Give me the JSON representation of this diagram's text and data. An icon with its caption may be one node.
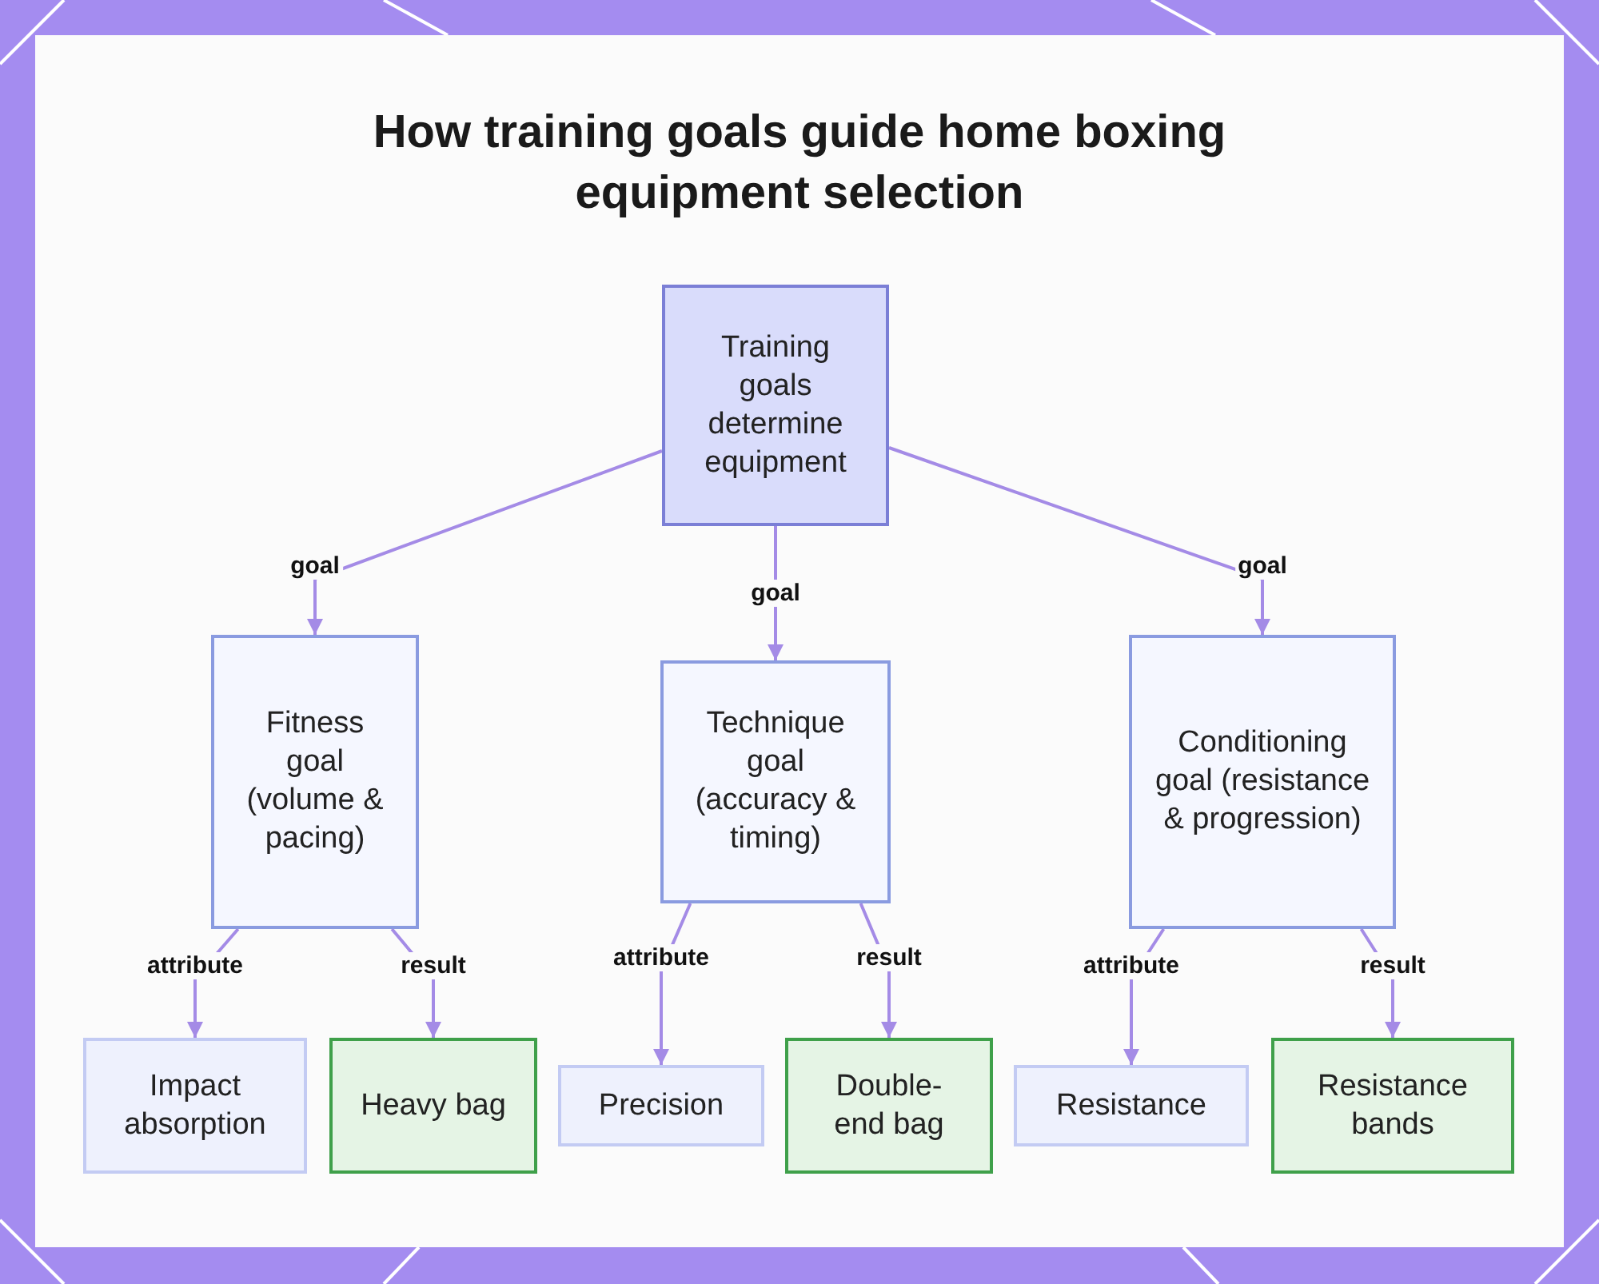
{
  "diagram": {
    "title": "How training goals guide home boxing equipment selection",
    "nodes": [
      {
        "text": [
          "Training goals determine equipment"
        ]
      },
      {
        "text": [
          "Fitness goal (volume & pacing)"
        ]
      },
      {
        "text": [
          "Technique goal (accuracy & timing)"
        ]
      },
      {
        "text": [
          "Conditioning goal (resistance & progression)"
        ]
      },
      {
        "text": [
          "Impact absorption"
        ]
      },
      {
        "text": [
          "Heavy bag"
        ]
      },
      {
        "text": [
          "Precision"
        ]
      },
      {
        "text": [
          "Double-end bag"
        ]
      },
      {
        "text": [
          "Resistance"
        ]
      },
      {
        "text": [
          "Resistance bands"
        ]
      }
    ],
    "edges": [
      {
        "from": 0,
        "to": 1,
        "arrow": "to",
        "label": "goal"
      },
      {
        "from": 0,
        "to": 2,
        "arrow": "to",
        "label": "goal"
      },
      {
        "from": 0,
        "to": 3,
        "arrow": "to",
        "label": "goal"
      },
      {
        "from": 1,
        "to": 4,
        "arrow": "to",
        "label": "attribute"
      },
      {
        "from": 1,
        "to": 5,
        "arrow": "to",
        "label": "result"
      },
      {
        "from": 2,
        "to": 6,
        "arrow": "to",
        "label": "attribute"
      },
      {
        "from": 2,
        "to": 7,
        "arrow": "to",
        "label": "result"
      },
      {
        "from": 3,
        "to": 8,
        "arrow": "to",
        "label": "attribute"
      },
      {
        "from": 3,
        "to": 9,
        "arrow": "to",
        "label": "result"
      }
    ]
  }
}
